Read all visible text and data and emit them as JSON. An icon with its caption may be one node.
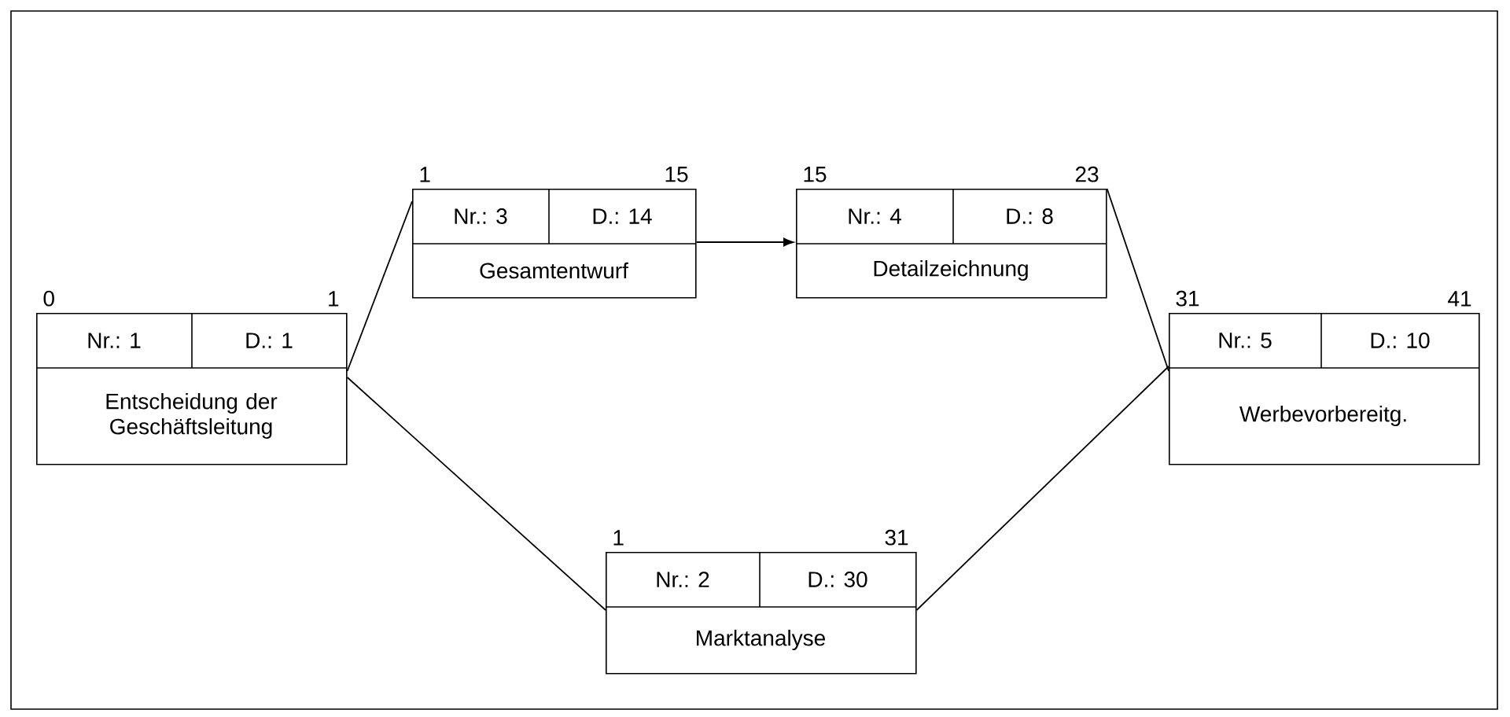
{
  "diagram": {
    "nodes": [
      {
        "text": [
          "Nr.: 1",
          "D.: 1",
          "Entscheidung der Geschäftsleitung"
        ],
        "beside": [
          "0",
          "1"
        ]
      },
      {
        "text": [
          "Nr.: 2",
          "D.: 30",
          "Marktanalyse"
        ],
        "beside": [
          "1",
          "31"
        ]
      },
      {
        "text": [
          "Nr.: 3",
          "D.: 14",
          "Gesamtentwurf"
        ],
        "beside": [
          "1",
          "15"
        ]
      },
      {
        "text": [
          "Nr.: 4",
          "D.: 8",
          "Detailzeichnung"
        ],
        "beside": [
          "15",
          "23"
        ]
      },
      {
        "text": [
          "Nr.: 5",
          "D.: 10",
          "Werbevorbereitg."
        ],
        "beside": [
          "31",
          "41"
        ]
      }
    ],
    "edges": [
      {
        "from": 0,
        "to": 2,
        "arrow": "none"
      },
      {
        "from": 0,
        "to": 1,
        "arrow": "none"
      },
      {
        "from": 2,
        "to": 3,
        "arrow": "to"
      },
      {
        "from": 3,
        "to": 4,
        "arrow": "none"
      },
      {
        "from": 1,
        "to": 4,
        "arrow": "none"
      }
    ]
  }
}
